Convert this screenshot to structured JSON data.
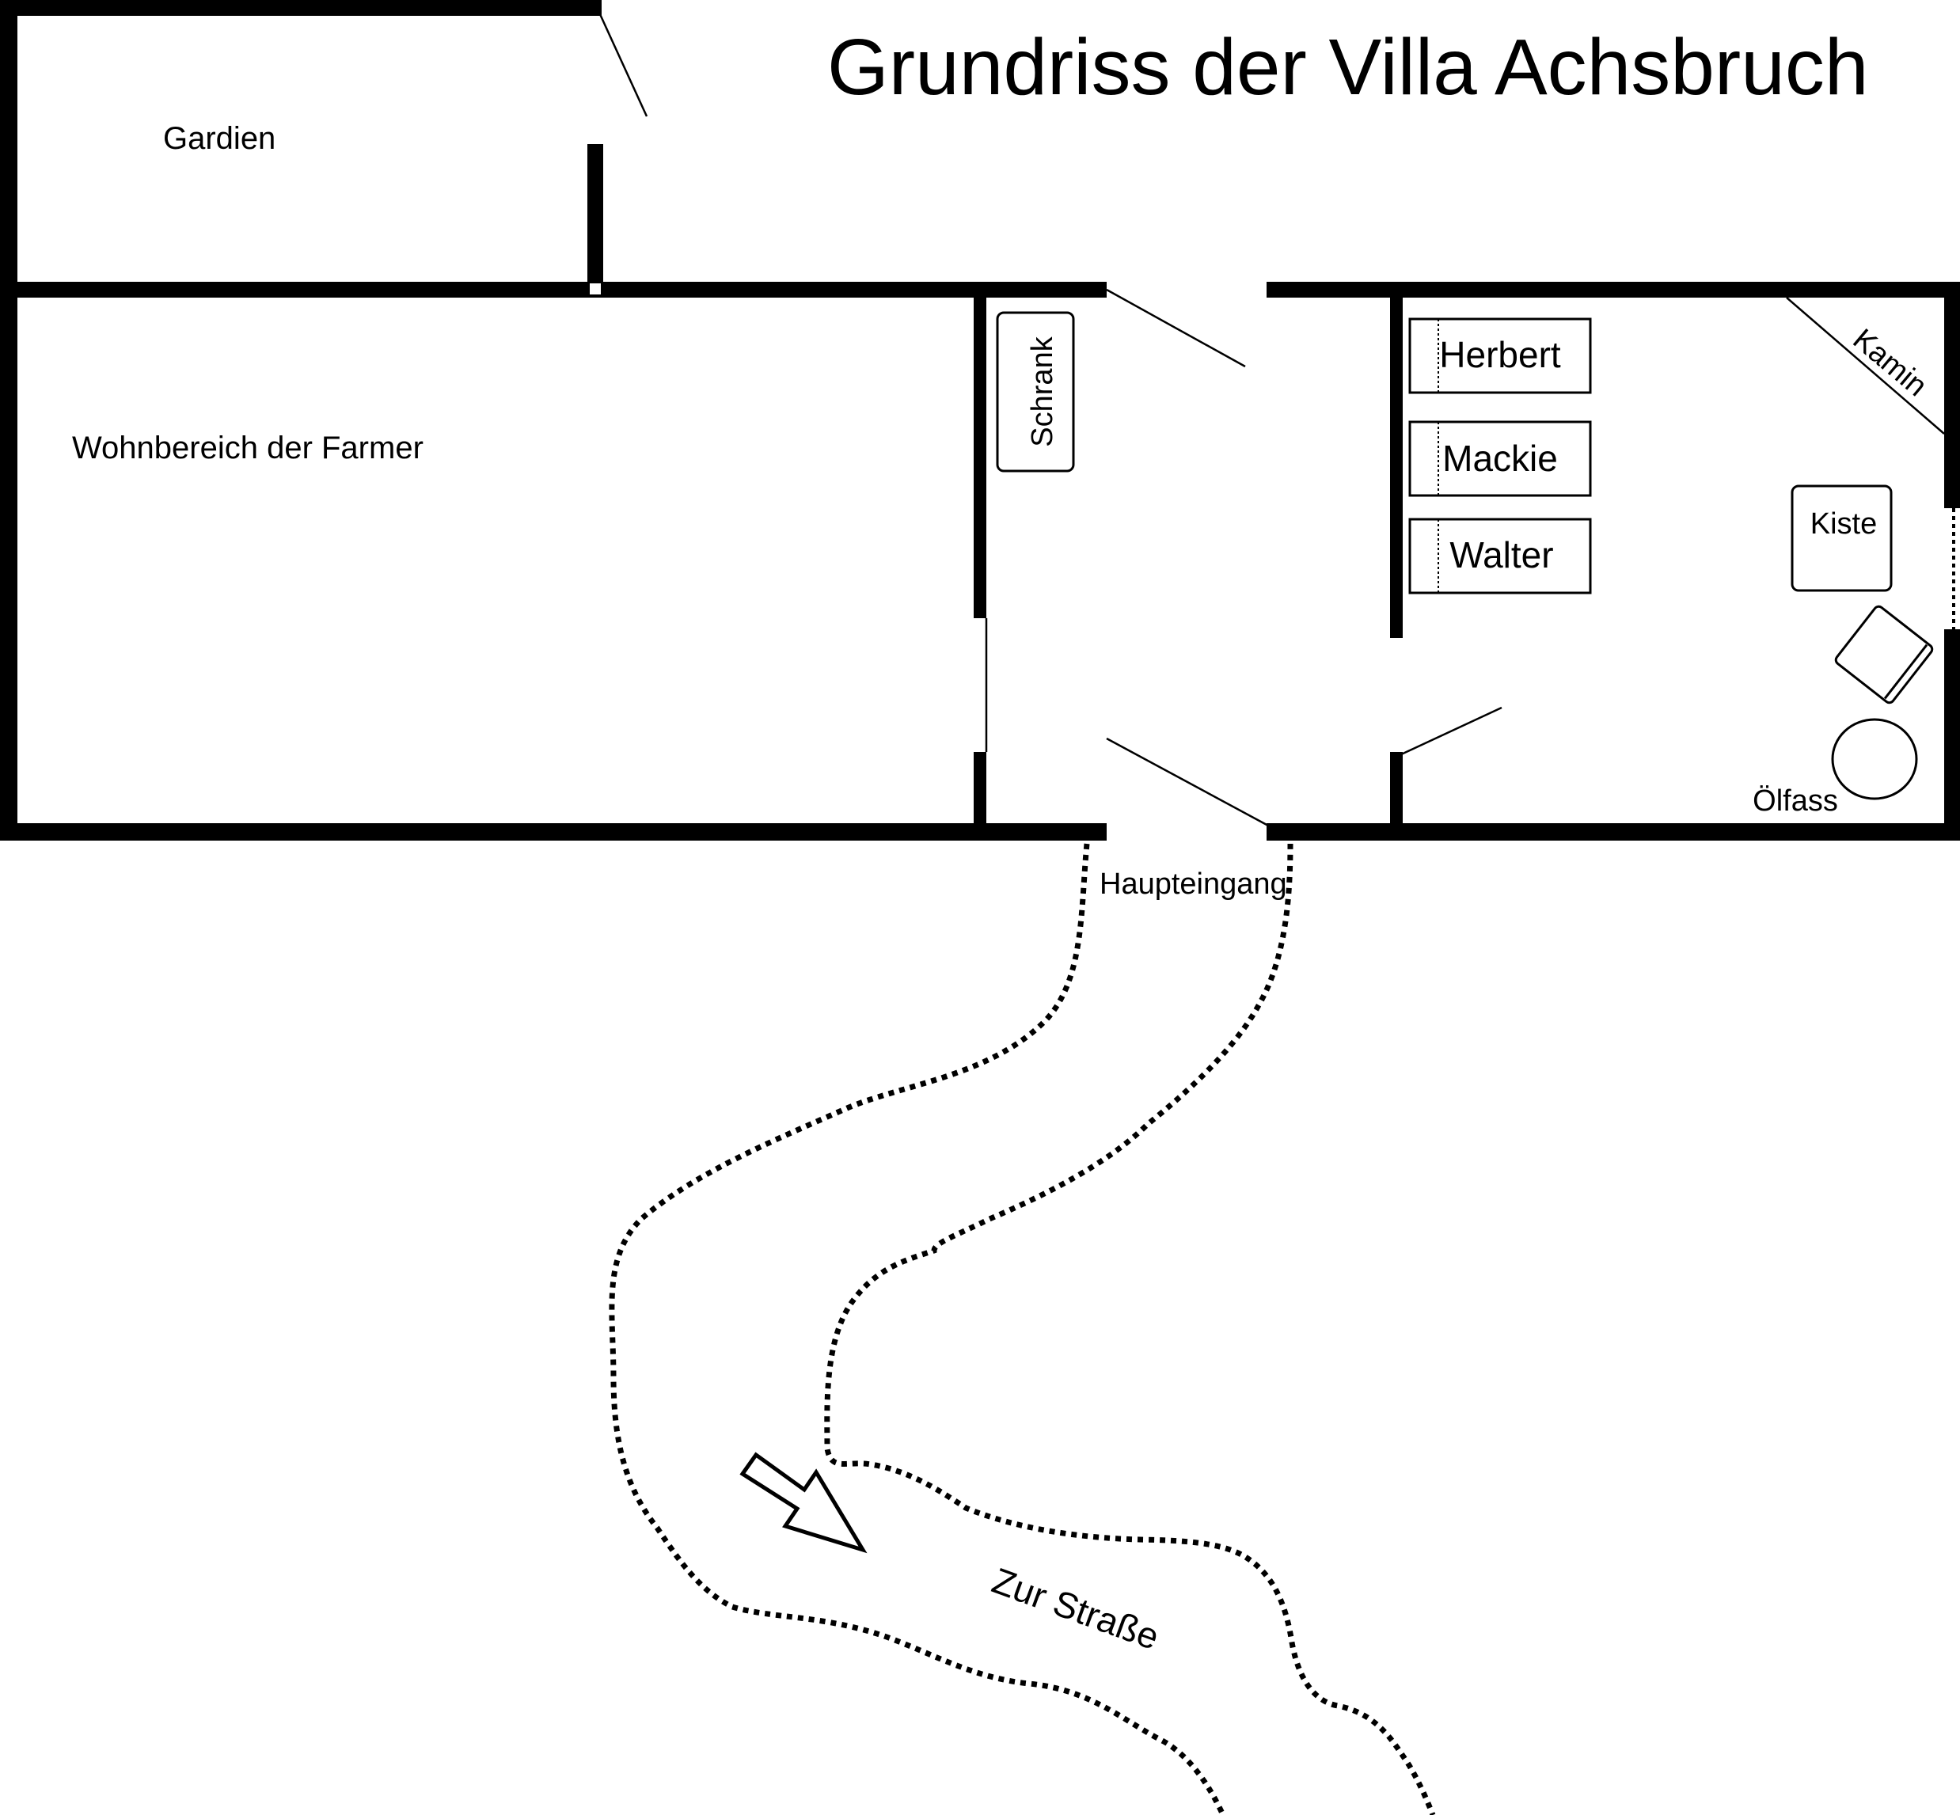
{
  "title": "Grundriss der Villa Achsbruch",
  "rooms": {
    "gardien": "Gardien",
    "wohnbereich": "Wohnbereich der Farmer"
  },
  "furniture": {
    "schrank": "Schrank",
    "kamin": "Kamin",
    "kiste": "Kiste",
    "oelfass": "Ölfass"
  },
  "beds": [
    "Herbert",
    "Mackie",
    "Walter"
  ],
  "labels": {
    "haupteingang": "Haupteingang",
    "zur_strasse": "Zur Straße"
  }
}
